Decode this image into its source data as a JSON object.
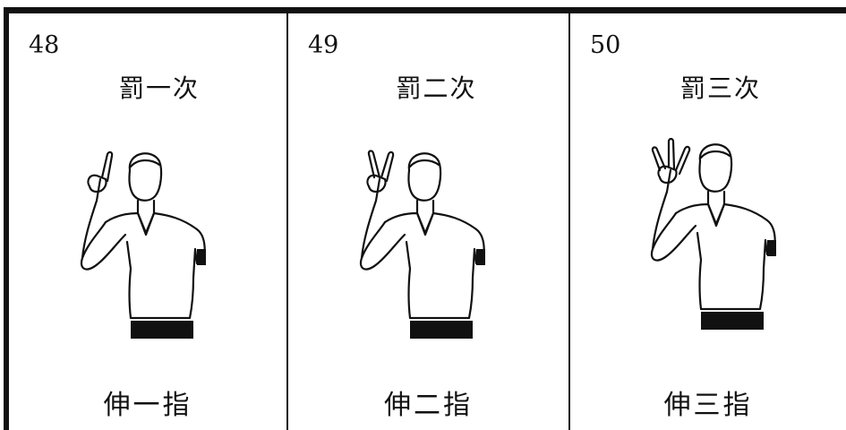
{
  "panels": [
    {
      "number": "48",
      "title": "罰一次",
      "caption": "伸一指",
      "fingers": 1
    },
    {
      "number": "49",
      "title": "罰二次",
      "caption": "伸二指",
      "fingers": 2
    },
    {
      "number": "50",
      "title": "罰三次",
      "caption": "伸三指",
      "fingers": 3
    }
  ]
}
